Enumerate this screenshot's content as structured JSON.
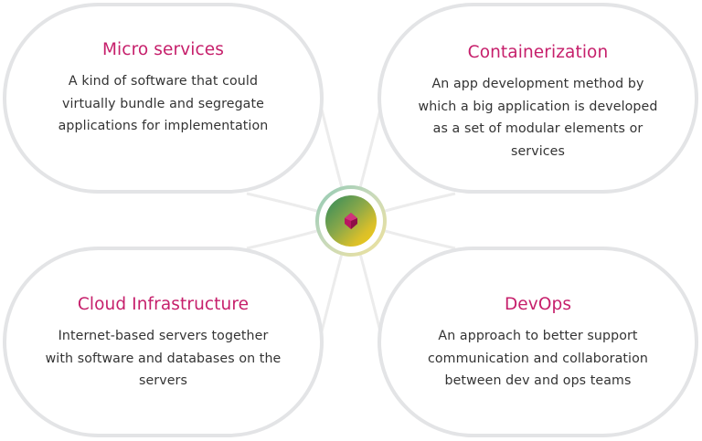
{
  "diagram": {
    "type": "hub-and-spoke",
    "center": {
      "icon": "gem-icon",
      "colors": {
        "gradient_start": "#2f8a5c",
        "gradient_end": "#f3cd13",
        "gem": "#b8175f"
      }
    },
    "accent_color": "#c61f6b",
    "text_color": "#333333",
    "border_color": "#e3e4e6",
    "cards": [
      {
        "title": "Micro services",
        "lines": [
          "A kind of software that could",
          "virtually bundle and segregate",
          "applications for implementation"
        ]
      },
      {
        "title": "Containerization",
        "lines": [
          "An app development method by",
          "which a big application is developed",
          "as a set of modular elements or",
          "services"
        ]
      },
      {
        "title": "Cloud Infrastructure",
        "lines": [
          "Internet-based servers together",
          "with software and databases on the",
          "servers"
        ]
      },
      {
        "title": "DevOps",
        "lines": [
          "An approach to better support",
          "communication and collaboration",
          "between dev and ops teams"
        ]
      }
    ]
  }
}
